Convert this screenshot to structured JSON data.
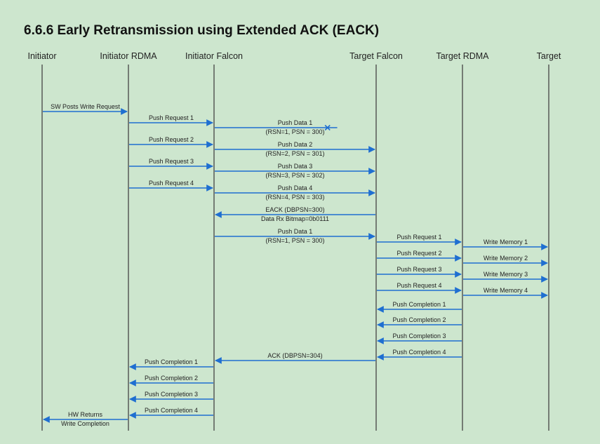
{
  "title": "6.6.6 Early Retransmission using Extended ACK (EACK)",
  "colors": {
    "background": "#cde6ce",
    "arrow": "#1f6fd1",
    "lifeline": "#444444",
    "text": "#222222"
  },
  "lifelines": [
    {
      "id": "initiator",
      "label": "Initiator"
    },
    {
      "id": "initiator_rdma",
      "label": "Initiator RDMA"
    },
    {
      "id": "initiator_falcon",
      "label": "Initiator Falcon"
    },
    {
      "id": "target_falcon",
      "label": "Target Falcon"
    },
    {
      "id": "target_rdma",
      "label": "Target RDMA"
    },
    {
      "id": "target",
      "label": "Target"
    }
  ],
  "messages": [
    {
      "from": "initiator",
      "to": "initiator_rdma",
      "lines": [
        "SW Posts Write  Request"
      ]
    },
    {
      "from": "initiator_rdma",
      "to": "initiator_falcon",
      "lines": [
        "Push Request 1"
      ]
    },
    {
      "from": "initiator_falcon",
      "to": "target_falcon",
      "lines": [
        "Push Data 1",
        "(RSN=1, PSN = 300)"
      ],
      "dropped": true
    },
    {
      "from": "initiator_rdma",
      "to": "initiator_falcon",
      "lines": [
        "Push Request 2"
      ]
    },
    {
      "from": "initiator_falcon",
      "to": "target_falcon",
      "lines": [
        "Push Data 2",
        "(RSN=2, PSN = 301)"
      ]
    },
    {
      "from": "initiator_rdma",
      "to": "initiator_falcon",
      "lines": [
        "Push Request 3"
      ]
    },
    {
      "from": "initiator_falcon",
      "to": "target_falcon",
      "lines": [
        "Push Data 3",
        "(RSN=3, PSN = 302)"
      ]
    },
    {
      "from": "initiator_rdma",
      "to": "initiator_falcon",
      "lines": [
        "Push Request 4"
      ]
    },
    {
      "from": "initiator_falcon",
      "to": "target_falcon",
      "lines": [
        "Push Data 4",
        "(RSN=4, PSN = 303)"
      ]
    },
    {
      "from": "target_falcon",
      "to": "initiator_falcon",
      "lines": [
        "EACK (DBPSN=300)",
        "Data Rx Bitmap=0b0111"
      ]
    },
    {
      "from": "initiator_falcon",
      "to": "target_falcon",
      "lines": [
        "Push Data 1",
        "(RSN=1, PSN = 300)"
      ]
    },
    {
      "from": "target_falcon",
      "to": "target_rdma",
      "lines": [
        "Push Request 1"
      ]
    },
    {
      "from": "target_rdma",
      "to": "target",
      "lines": [
        "Write Memory 1"
      ]
    },
    {
      "from": "target_falcon",
      "to": "target_rdma",
      "lines": [
        "Push Request 2"
      ]
    },
    {
      "from": "target_rdma",
      "to": "target",
      "lines": [
        "Write Memory 2"
      ]
    },
    {
      "from": "target_falcon",
      "to": "target_rdma",
      "lines": [
        "Push Request 3"
      ]
    },
    {
      "from": "target_rdma",
      "to": "target",
      "lines": [
        "Write Memory 3"
      ]
    },
    {
      "from": "target_falcon",
      "to": "target_rdma",
      "lines": [
        "Push Request 4"
      ]
    },
    {
      "from": "target_rdma",
      "to": "target",
      "lines": [
        "Write Memory 4"
      ]
    },
    {
      "from": "target_rdma",
      "to": "target_falcon",
      "lines": [
        "Push Completion 1"
      ]
    },
    {
      "from": "target_rdma",
      "to": "target_falcon",
      "lines": [
        "Push Completion 2"
      ]
    },
    {
      "from": "target_rdma",
      "to": "target_falcon",
      "lines": [
        "Push Completion 3"
      ]
    },
    {
      "from": "target_rdma",
      "to": "target_falcon",
      "lines": [
        "Push Completion 4"
      ]
    },
    {
      "from": "target_falcon",
      "to": "initiator_falcon",
      "lines": [
        "ACK (DBPSN=304)"
      ]
    },
    {
      "from": "initiator_falcon",
      "to": "initiator_rdma",
      "lines": [
        "Push Completion 1"
      ]
    },
    {
      "from": "initiator_falcon",
      "to": "initiator_rdma",
      "lines": [
        "Push Completion 2"
      ]
    },
    {
      "from": "initiator_falcon",
      "to": "initiator_rdma",
      "lines": [
        "Push Completion 3"
      ]
    },
    {
      "from": "initiator_falcon",
      "to": "initiator_rdma",
      "lines": [
        "Push Completion 4"
      ]
    },
    {
      "from": "initiator_rdma",
      "to": "initiator",
      "lines": [
        "HW Returns",
        "Write Completion"
      ]
    }
  ]
}
